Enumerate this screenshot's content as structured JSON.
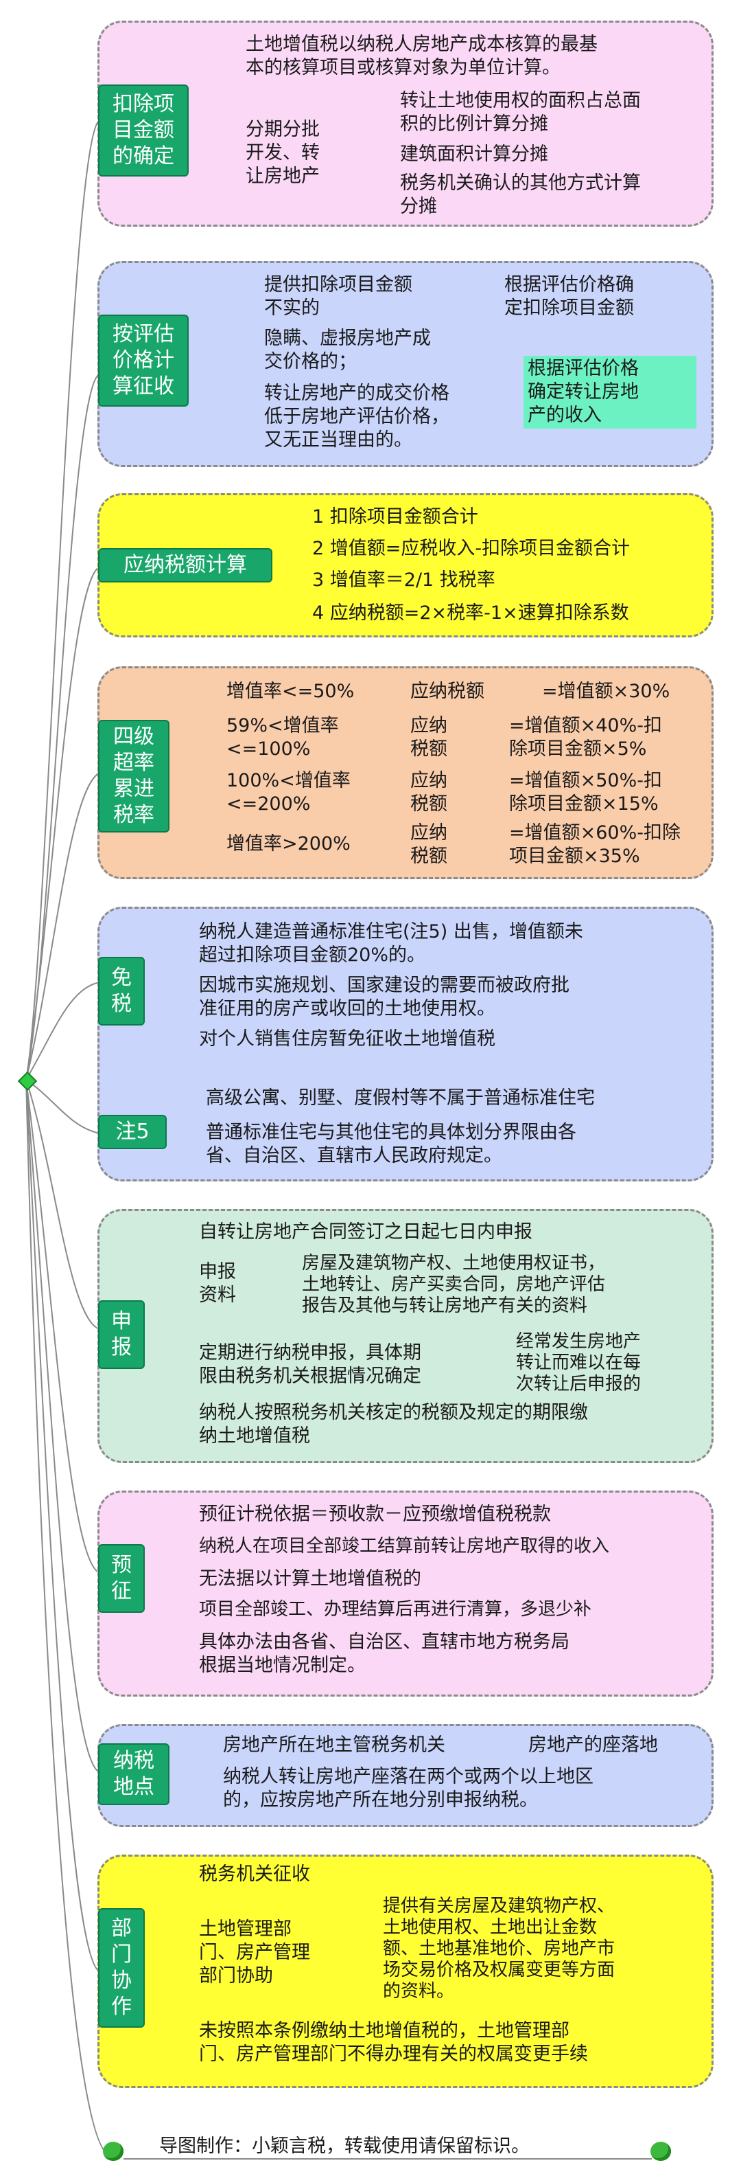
{
  "sections": [
    {
      "id": "deduction",
      "color": "#fbd8f6",
      "label": "扣除项\n目金额\n的确定",
      "items": [
        "土地增值税以纳税人房地产成本核算的最基\n本的核算项目或核算对象为单位计算。",
        "分期分批\n开发、转\n让房地产",
        "转让土地使用权的面积占总面\n积的比例计算分摊",
        "建筑面积计算分摊",
        "税务机关确认的其他方式计算\n分摊"
      ]
    },
    {
      "id": "assessment",
      "color": "#c9d5fb",
      "label": "按评估\n价格计\n算征收",
      "items": [
        "提供扣除项目金额\n不实的",
        "根据评估价格确\n定扣除项目金额",
        "隐瞒、虚报房地产成\n交价格的；",
        "转让房地产的成交价格\n低于房地产评估价格，\n又无正当理由的。",
        "根据评估价格\n确定转让房地\n产的收入"
      ]
    },
    {
      "id": "calc",
      "color": "#ffff33",
      "label": "应纳税额计算",
      "items": [
        "1 扣除项目金额合计",
        "2 增值额=应税收入-扣除项目金额合计",
        "3 增值率＝2/1          找税率",
        "4 应纳税额=2×税率-1×速算扣除系数"
      ]
    },
    {
      "id": "rates",
      "color": "#f9ccaa",
      "label": "四级\n超率\n累进\n税率",
      "rows": [
        {
          "range": "增值率<=50%",
          "tax": "应纳税额",
          "formula": "=增值额×30%"
        },
        {
          "range": "59%<增值率\n<=100%",
          "tax": "应纳\n税额",
          "formula": "=增值额×40%-扣\n除项目金额×5%"
        },
        {
          "range": "100%<增值率\n<=200%",
          "tax": "应纳\n税额",
          "formula": "=增值额×50%-扣\n除项目金额×15%"
        },
        {
          "range": "增值率>200%",
          "tax": "应纳\n税额",
          "formula": "=增值额×60%-扣除\n项目金额×35%"
        }
      ]
    },
    {
      "id": "exempt",
      "color": "#c9d5fb",
      "label": "免\n税",
      "label2": "注5",
      "items": [
        "纳税人建造普通标准住宅(注5) 出售，增值额未\n超过扣除项目金额20%的。",
        "因城市实施规划、国家建设的需要而被政府批\n准征用的房产或收回的土地使用权。",
        "对个人销售住房暂免征收土地增值税",
        "高级公寓、别墅、度假村等不属于普通标准住宅",
        "普通标准住宅与其他住宅的具体划分界限由各\n省、自治区、直辖市人民政府规定。"
      ]
    },
    {
      "id": "declare",
      "color": "#d0ecdd",
      "label": "申\n报",
      "items": [
        "自转让房地产合同签订之日起七日内申报",
        "申报\n资料",
        "房屋及建筑物产权、土地使用权证书，\n土地转让、房产买卖合同，房地产评估\n报告及其他与转让房地产有关的资料",
        "定期进行纳税申报，具体期\n限由税务机关根据情况确定",
        "经常发生房地产\n转让而难以在每\n次转让后申报的",
        "纳税人按照税务机关核定的税额及规定的期限缴\n纳土地增值税"
      ]
    },
    {
      "id": "prepay",
      "color": "#fbd8f6",
      "label": "预\n征",
      "items": [
        "预征计税依据＝预收款－应预缴增值税税款",
        "纳税人在项目全部竣工结算前转让房地产取得的收入",
        "无法据以计算土地增值税的",
        "项目全部竣工、办理结算后再进行清算，多退少补",
        "具体办法由各省、自治区、直辖市地方税务局\n根据当地情况制定。"
      ]
    },
    {
      "id": "place",
      "color": "#c9d5fb",
      "label": "纳税\n地点",
      "items": [
        "房地产所在地主管税务机关",
        "房地产的座落地",
        "纳税人转让房地产座落在两个或两个以上地区\n的，应按房地产所在地分别申报纳税。"
      ]
    },
    {
      "id": "coop",
      "color": "#ffff33",
      "label": "部\n门\n协\n作",
      "items": [
        "税务机关征收",
        "土地管理部\n门、房产管理\n部门协助",
        "提供有关房屋及建筑物产权、\n土地使用权、土地出让金数\n额、土地基准地价、房地产市\n场交易价格及权属变更等方面\n的资料。",
        "未按照本条例缴纳土地增值税的，土地管理部\n门、房产管理部门不得办理有关的权属变更手续"
      ]
    }
  ],
  "footer": "导图制作：小颖言税，转载使用请保留标识。",
  "icons": [
    "diamond-root-icon",
    "apple-icon"
  ]
}
